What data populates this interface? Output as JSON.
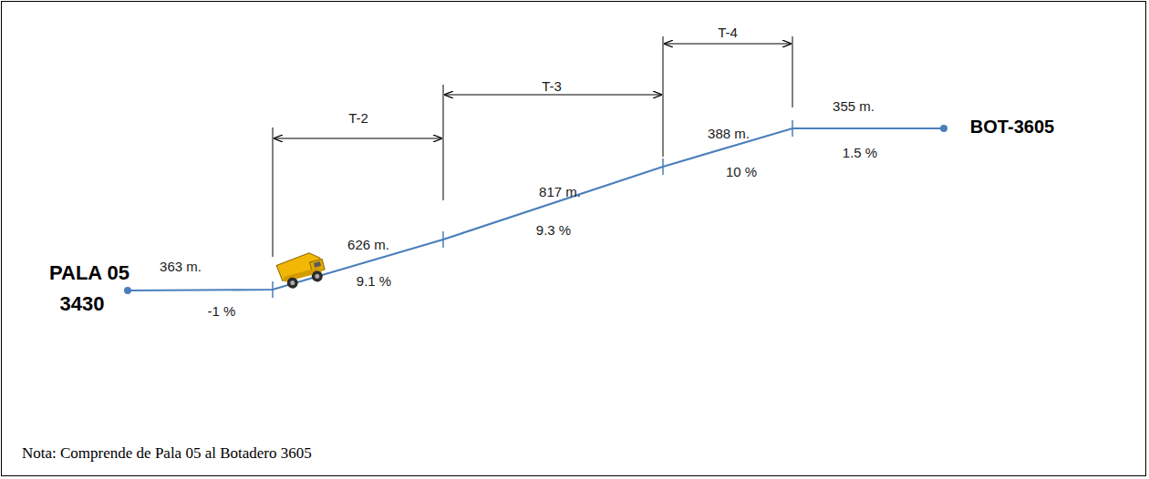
{
  "diagram": {
    "caption": "Nota: Comprende de Pala 05 al Botadero 3605",
    "labels": [
      "PALA 05",
      "3430",
      "363 m.",
      "-1 %",
      "T-2",
      "626 m.",
      "9.1 %",
      "T-3",
      "817 m.",
      "9.3 %",
      "T-4",
      "388 m.",
      "10 %",
      "355 m.",
      "1.5 %",
      "BOT-3605"
    ]
  }
}
